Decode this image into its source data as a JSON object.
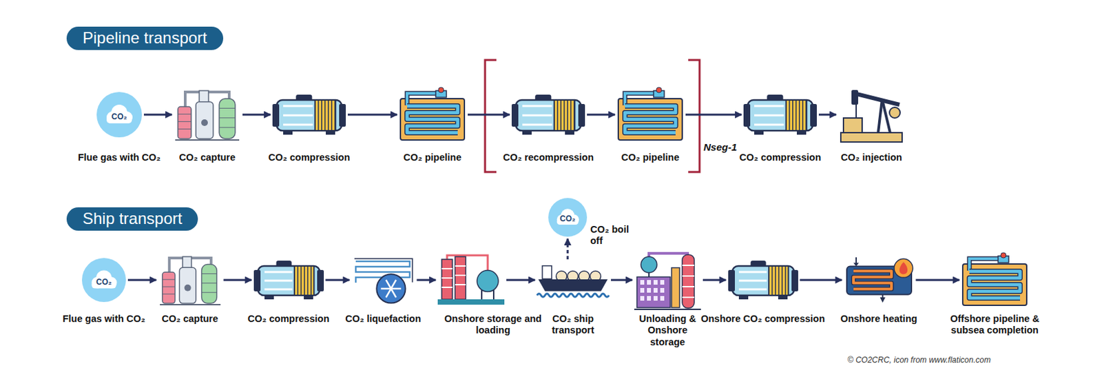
{
  "diagram": {
    "nodes": [
      {
        "text": [
          "Pipeline transport"
        ]
      },
      {
        "text": [
          "CO₂",
          "Flue gas with CO₂"
        ]
      },
      {
        "text": [
          "CO₂ capture"
        ]
      },
      {
        "text": [
          "CO₂ compression"
        ]
      },
      {
        "text": [
          "CO₂ pipeline"
        ]
      },
      {
        "text": [
          "CO₂ recompression"
        ]
      },
      {
        "text": [
          "CO₂ pipeline"
        ]
      },
      {
        "text": [
          "CO₂ compression"
        ]
      },
      {
        "text": [
          "CO₂ injection"
        ]
      },
      {
        "text": [
          "Ship transport"
        ]
      },
      {
        "text": [
          "CO₂",
          "Flue gas with CO₂"
        ]
      },
      {
        "text": [
          "CO₂ capture"
        ]
      },
      {
        "text": [
          "CO₂ compression"
        ]
      },
      {
        "text": [
          "CO₂ liquefaction"
        ]
      },
      {
        "text": [
          "Onshore storage and loading"
        ]
      },
      {
        "text": [
          "CO₂ ship transport"
        ]
      },
      {
        "text": [
          "CO₂",
          "CO₂ boil off"
        ]
      },
      {
        "text": [
          "Unloading & Onshore storage"
        ]
      },
      {
        "text": [
          "Onshore CO₂ compression"
        ]
      },
      {
        "text": [
          "Onshore heating"
        ]
      },
      {
        "text": [
          "Offshore pipeline & subsea completion"
        ]
      }
    ],
    "edges": [
      {
        "from": 1,
        "to": 2,
        "arrow": "to"
      },
      {
        "from": 2,
        "to": 3,
        "arrow": "to"
      },
      {
        "from": 3,
        "to": 4,
        "arrow": "to"
      },
      {
        "from": 4,
        "to": 5,
        "arrow": "to"
      },
      {
        "from": 5,
        "to": 6,
        "arrow": "to"
      },
      {
        "from": 6,
        "to": 7,
        "arrow": "to"
      },
      {
        "from": 7,
        "to": 8,
        "arrow": "to"
      },
      {
        "from": 10,
        "to": 11,
        "arrow": "to"
      },
      {
        "from": 11,
        "to": 12,
        "arrow": "to"
      },
      {
        "from": 12,
        "to": 13,
        "arrow": "to"
      },
      {
        "from": 13,
        "to": 14,
        "arrow": "to"
      },
      {
        "from": 14,
        "to": 15,
        "arrow": "to"
      },
      {
        "from": 15,
        "to": 16,
        "arrow": "to"
      },
      {
        "from": 15,
        "to": 17,
        "arrow": "to"
      },
      {
        "from": 17,
        "to": 18,
        "arrow": "to"
      },
      {
        "from": 18,
        "to": 19,
        "arrow": "to"
      },
      {
        "from": 19,
        "to": 20,
        "arrow": "to"
      }
    ],
    "labels": [
      "Nseg-1",
      "© CO2CRC, icon from www.flaticon.com"
    ]
  }
}
